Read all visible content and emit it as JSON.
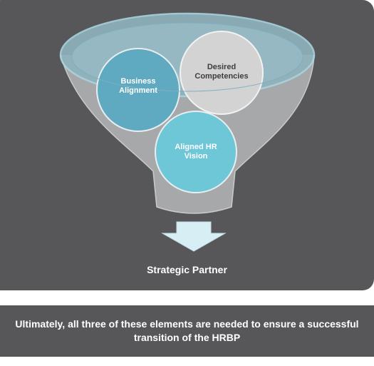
{
  "diagram": {
    "circles": [
      {
        "label": "Business\nAlignment"
      },
      {
        "label": "Desired\nCompetencies"
      },
      {
        "label": "Aligned  HR\nVision"
      }
    ],
    "result": "Strategic Partner"
  },
  "caption": "Ultimately, all three of these elements are needed to ensure a successful\ntransition of the HRBP",
  "colors": {
    "panel": "#575759",
    "funnel": "#a7a8aa",
    "funnel_rim": "#8fb8c4",
    "circle_blue": "#5fa9c1",
    "circle_gray": "#d3d3d4",
    "circle_teal": "#6ec7d7",
    "arrow": "#d6eef4"
  }
}
